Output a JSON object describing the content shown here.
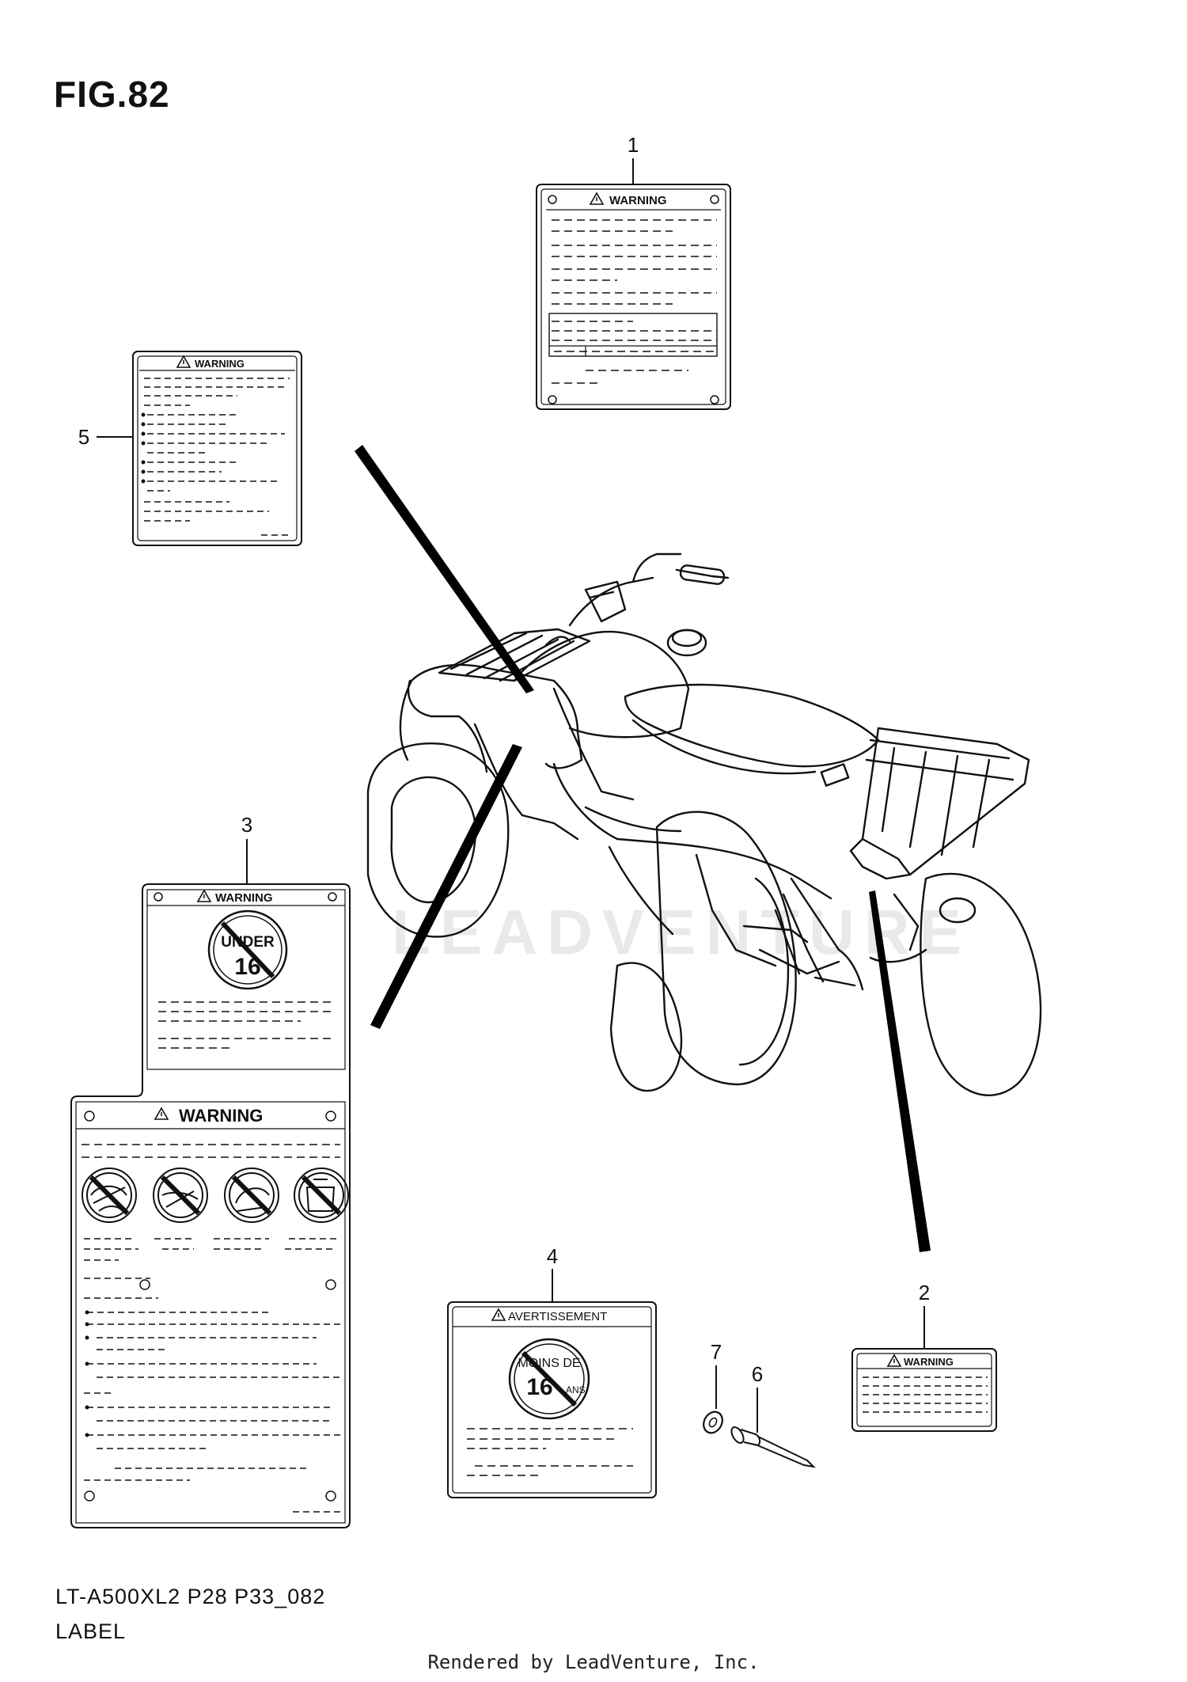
{
  "figure": {
    "title": "FIG.82",
    "model_code": "LT-A500XL2 P28 P33_082",
    "section": "LABEL",
    "render_credit": "Rendered by LeadVenture, Inc.",
    "watermark": "LEADVENTURE"
  },
  "callouts": [
    {
      "number": "1",
      "part": "warning-label"
    },
    {
      "number": "2",
      "part": "warning-label-rear"
    },
    {
      "number": "3",
      "part": "warning-label-under-16"
    },
    {
      "number": "4",
      "part": "avertissement-label"
    },
    {
      "number": "5",
      "part": "warning-label-small"
    },
    {
      "number": "6",
      "part": "rivet"
    },
    {
      "number": "7",
      "part": "washer"
    }
  ],
  "labels": {
    "warning_text": "WARNING",
    "avertissement_text": "AVERTISSEMENT",
    "under16_top": "UNDER",
    "under16_num": "16",
    "moins_top": "MOINS DE",
    "moins_num": "16",
    "moins_suffix": "ANS"
  }
}
